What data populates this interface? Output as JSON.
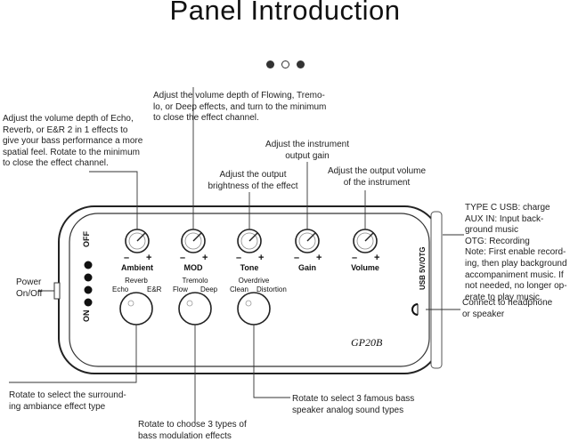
{
  "title": "Panel Introduction",
  "pager": {
    "dots": [
      "filled",
      "open",
      "filled"
    ]
  },
  "annotations": {
    "ambient": [
      "Adjust the volume depth of Echo,",
      "Reverb, or E&R 2 in 1 effects to",
      "give your bass performance a more",
      "spatial feel. Rotate to the minimum",
      "to close the effect channel."
    ],
    "mod": [
      "Adjust the volume depth of Flowing, Tremo-",
      "lo, or Deep effects, and turn to the minimum",
      "to close the effect channel."
    ],
    "gain": [
      "Adjust the instrument",
      "output gain"
    ],
    "tone": [
      "Adjust the output",
      "brightness of the effect"
    ],
    "volume": [
      "Adjust the output volume",
      "of the instrument"
    ],
    "usb": [
      "TYPE C USB: charge",
      "AUX IN: Input back-",
      "ground music",
      "OTG: Recording",
      "Note: First enable record-",
      "ing, then play background",
      "accompaniment music. If",
      "not needed, no longer op-",
      "erate to play music."
    ],
    "power": [
      "Power",
      "On/Off"
    ],
    "headphone": [
      "Connect to headphone",
      "or speaker"
    ],
    "reverb_knob": [
      "Rotate to select the surround-",
      "ing ambiance effect type"
    ],
    "tremolo_knob": [
      "Rotate to choose 3 types of",
      "bass modulation effects"
    ],
    "overdrive_knob": [
      "Rotate to select 3 famous bass",
      "speaker analog sound types"
    ]
  },
  "device": {
    "model": "GP20B",
    "off_label": "OFF",
    "on_label": "ON",
    "usb_label": "USB 5V/OTG",
    "knobs": [
      {
        "label": "Ambient"
      },
      {
        "label": "MOD"
      },
      {
        "label": "Tone"
      },
      {
        "label": "Gain"
      },
      {
        "label": "Volume"
      }
    ],
    "minus": "–",
    "plus": "+",
    "selectors": [
      {
        "title": "Reverb",
        "left": "Echo",
        "right": "E&R"
      },
      {
        "title": "Tremolo",
        "left": "Flow",
        "right": "Deep"
      },
      {
        "title": "Overdrive",
        "left": "Clean",
        "right": "Distortion"
      }
    ]
  }
}
